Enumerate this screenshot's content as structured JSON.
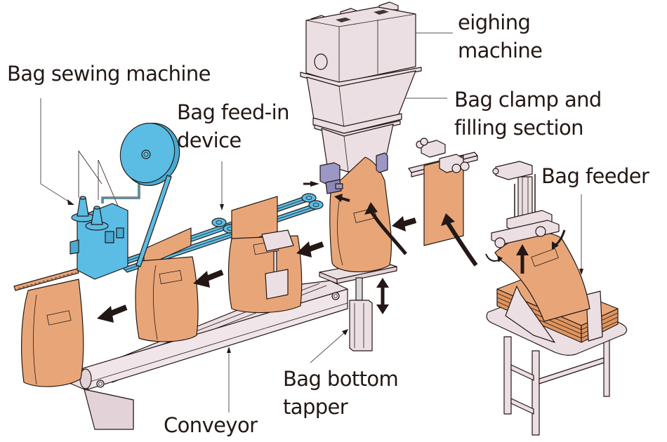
{
  "diagram": {
    "title": "Bag filling and sewing line",
    "colors": {
      "machine_body": "#ecdfe3",
      "bag_kraft": "#e8a678",
      "sewing_machine": "#5bbde4",
      "clamp": "#9c98c4",
      "arrow": "#231815",
      "text": "#231815",
      "leader_line": "#555555"
    },
    "labels": {
      "weighing_machine_line1": "eighing",
      "weighing_machine_line2": "machine",
      "bag_clamp_line1": "Bag clamp and",
      "bag_clamp_line2": "filling section",
      "bag_feeder": "Bag feeder",
      "bag_sewing_machine": "Bag sewing machine",
      "bag_feed_in_line1": "Bag feed-in",
      "bag_feed_in_line2": "device",
      "bag_bottom_tapper_line1": "Bag bottom",
      "bag_bottom_tapper_line2": "tapper",
      "conveyor": "Conveyor"
    },
    "components": [
      {
        "id": "weighing-machine",
        "label": "Weighing machine"
      },
      {
        "id": "bag-clamp-filling-section",
        "label": "Bag clamp and filling section"
      },
      {
        "id": "bag-feeder",
        "label": "Bag feeder"
      },
      {
        "id": "bag-sewing-machine",
        "label": "Bag sewing machine"
      },
      {
        "id": "bag-feed-in-device",
        "label": "Bag feed-in device"
      },
      {
        "id": "bag-bottom-tapper",
        "label": "Bag bottom tapper"
      },
      {
        "id": "conveyor",
        "label": "Conveyor"
      }
    ],
    "flow_direction": "right-to-left"
  }
}
